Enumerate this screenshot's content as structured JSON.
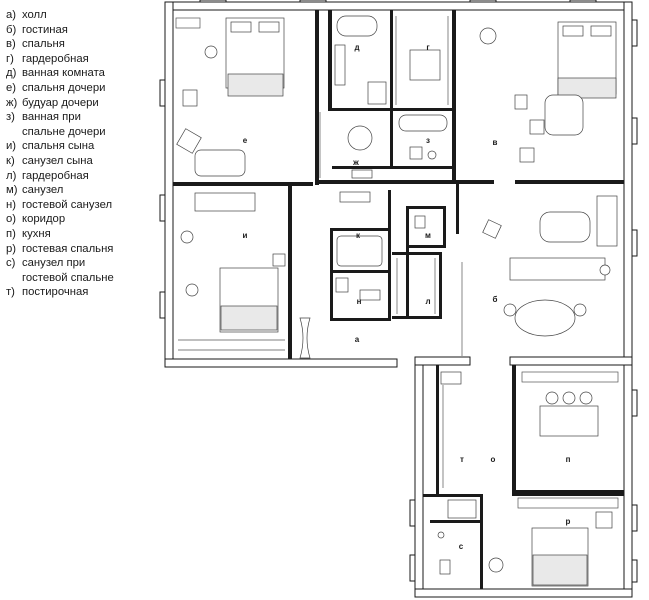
{
  "legend": [
    {
      "key": "а)",
      "text": "холл"
    },
    {
      "key": "б)",
      "text": "гостиная"
    },
    {
      "key": "в)",
      "text": "спальня"
    },
    {
      "key": "г)",
      "text": "гардеробная"
    },
    {
      "key": "д)",
      "text": "ванная комната"
    },
    {
      "key": "е)",
      "text": "спальня дочери"
    },
    {
      "key": "ж)",
      "text": "будуар дочери"
    },
    {
      "key": "з)",
      "text": "ванная при\nспальне дочери"
    },
    {
      "key": "и)",
      "text": "спальня сына"
    },
    {
      "key": "к)",
      "text": "санузел сына"
    },
    {
      "key": "л)",
      "text": "гардеробная"
    },
    {
      "key": "м)",
      "text": "санузел"
    },
    {
      "key": "н)",
      "text": "гостевой санузел"
    },
    {
      "key": "о)",
      "text": "коридор"
    },
    {
      "key": "п)",
      "text": "кухня"
    },
    {
      "key": "р)",
      "text": "гостевая спальня"
    },
    {
      "key": "с)",
      "text": "санузел при\nгостевой спальне"
    },
    {
      "key": "т)",
      "text": "постирочная"
    }
  ],
  "plan": {
    "labels": {
      "a": "а",
      "b": "б",
      "v": "в",
      "g": "г",
      "d": "д",
      "e": "е",
      "zh": "ж",
      "z": "з",
      "i": "и",
      "k": "к",
      "l": "л",
      "m": "м",
      "n": "н",
      "o": "о",
      "p": "п",
      "r": "р",
      "s": "с",
      "t": "т"
    }
  }
}
